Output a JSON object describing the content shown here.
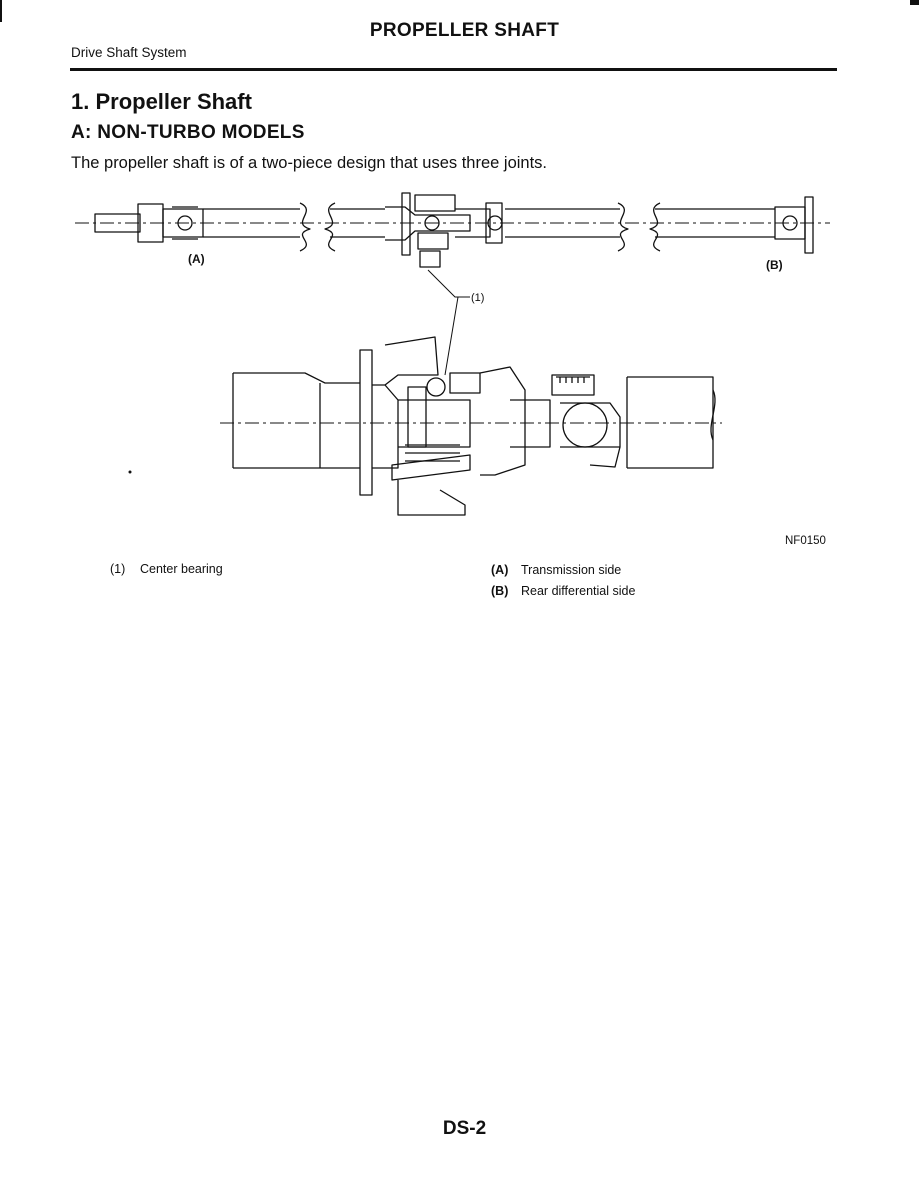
{
  "header": {
    "title": "PROPELLER SHAFT",
    "section": "Drive Shaft System"
  },
  "content": {
    "heading": "1. Propeller Shaft",
    "subheading": "A: NON-TURBO MODELS",
    "intro": "The propeller shaft is of a two-piece design that uses three joints."
  },
  "figure": {
    "id": "NF0150",
    "callout_1": "(1)",
    "label_a": "(A)",
    "label_b": "(B)"
  },
  "legend": {
    "items": [
      {
        "key": "(1)",
        "text": "Center bearing"
      },
      {
        "key": "(A)",
        "text": "Transmission side"
      },
      {
        "key": "(B)",
        "text": "Rear differential side"
      }
    ]
  },
  "footer": {
    "page": "DS-2"
  }
}
